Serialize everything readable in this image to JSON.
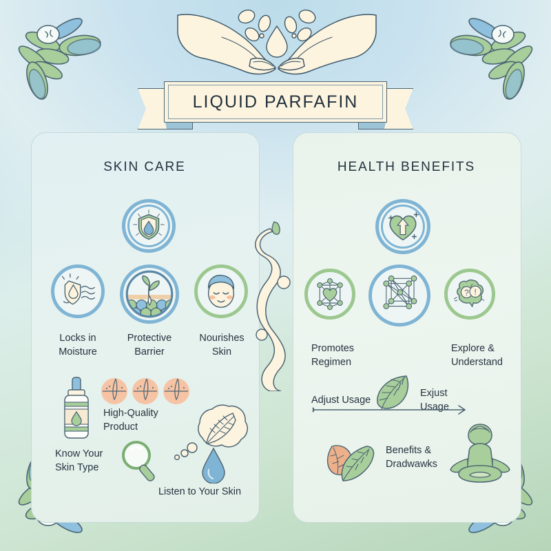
{
  "poster": {
    "title": "LIQUID PARFAFIN",
    "background_top_color": "#a9d2e8",
    "background_bottom_color": "#b6d6b9",
    "ribbon_color": "#fdf4e0",
    "ink_color": "#3d5767",
    "accent_blue": "#7fb4d4",
    "accent_green": "#9cc88f",
    "accent_peach": "#f2c3a7"
  },
  "header_illustration": {
    "name": "cupped-hands-with-droplets",
    "droplet_count": 7
  },
  "sections": [
    {
      "id": "skin-care",
      "heading": "SKIN CARE",
      "feature_icon": {
        "name": "shield-droplet-icon",
        "ring": "#7fb4d4"
      },
      "items": [
        {
          "label": "Locks in\nMoisture",
          "line1": "Locks in",
          "line2": "Moisture",
          "icon": "droplet-shield-waves-icon",
          "ring": "#7fb4d4"
        },
        {
          "label": "Protective\nBarrier",
          "line1": "Protective",
          "line2": "Barrier",
          "icon": "plant-soil-layers-icon",
          "ring": "#7fb4d4"
        },
        {
          "label": "Nourishes\nSkin",
          "line1": "Nourishes",
          "line2": "Skin",
          "icon": "calm-face-icon",
          "ring": "#9cc88f"
        }
      ],
      "extras": [
        {
          "line1": "High-Quality",
          "line2": "Product",
          "icon": "dropper-bottle-icon"
        },
        {
          "line1": "Know Your",
          "line2": "Skin Type",
          "icon": "magnifier-icon"
        },
        {
          "line1": "Listen to Your Skin",
          "line2": "",
          "icon": "thought-cloud-feather-icon"
        }
      ],
      "follicle_swatches": 3
    },
    {
      "id": "health-benefits",
      "heading": "HEALTH BENEFITS",
      "feature_icon": {
        "name": "heart-up-arrow-icon",
        "ring": "#7fb4d4"
      },
      "items": [
        {
          "line1": "Promotes",
          "line2": "Regimen",
          "icon": "heart-network-icon",
          "ring": "#9cc88f"
        },
        {
          "line1": "",
          "line2": "",
          "icon": "molecule-network-icon",
          "ring": "#7fb4d4"
        },
        {
          "line1": "Explore &",
          "line2": "Understand",
          "icon": "brain-question-icon",
          "ring": "#9cc88f"
        }
      ],
      "flow": {
        "start_label": "Adjust Usage",
        "end_line1": "Exjust",
        "end_line2": "Usage",
        "arrow": "right-arrow-icon",
        "middle_icon": "leaf-icon"
      },
      "extras": [
        {
          "line1": "Benefits &",
          "line2": "Dradwawks",
          "icon": "two-leaves-icon"
        },
        {
          "line1": "",
          "line2": "",
          "icon": "meditating-person-icon"
        }
      ]
    }
  ],
  "divider": {
    "name": "wavy-liquid-divider",
    "circle_count": 2
  },
  "corners": {
    "name": "leaf-spray-ornament",
    "count": 4
  }
}
